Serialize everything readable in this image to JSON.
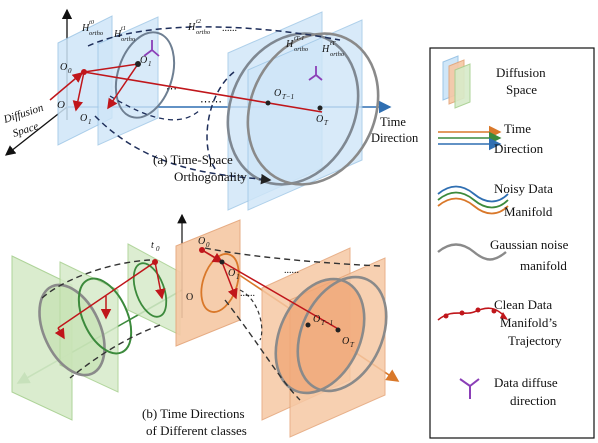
{
  "top_panel": {
    "caption_line1": "(a) Time-Space",
    "caption_line2": "Orthogonality",
    "axis_origin": "O",
    "diffusion_space_line1": "Diffusion",
    "diffusion_space_line2": "Space",
    "time_direction_line1": "Time",
    "time_direction_line2": "Direction",
    "h_letter": "H",
    "plane_sub": "ortho",
    "plane_sup": [
      "t0",
      "t1",
      "t2",
      "tT-1",
      "tT"
    ],
    "points": {
      "o0": "O",
      "o0_sub": "0",
      "o1": "O",
      "o1_sub": "1",
      "o1b": "O",
      "o1b_sub": "1",
      "oT1": "O",
      "oT1_sub": "T−1",
      "oT": "O",
      "oT_sub": "T"
    },
    "dots_1": "⋯",
    "dots_2": "⋯⋯",
    "dots_3": "......"
  },
  "bottom_panel": {
    "caption_line1": "(b) Time Directions",
    "caption_line2": "of  Different classes",
    "t0_label": "t",
    "t0_sub": "0",
    "origin": "O",
    "points": {
      "o0": "O",
      "o0_sub": "0",
      "o1": "O",
      "o1_sub": "1",
      "oT1": "O",
      "oT1_sub": "T−1",
      "oT": "O",
      "oT_sub": "T"
    },
    "dots": "......",
    "dots_2": "......"
  },
  "legend": {
    "items": [
      {
        "icon": "diffusion-space-icon",
        "line1": "Diffusion",
        "line2": "Space",
        "line3": ""
      },
      {
        "icon": "time-direction-icon",
        "line1": "Time",
        "line2": "Direction",
        "line3": ""
      },
      {
        "icon": "noisy-manifold-icon",
        "line1": "Noisy Data",
        "line2": "Manifold",
        "line3": ""
      },
      {
        "icon": "gaussian-manifold-icon",
        "line1": "Gaussian noise",
        "line2": "manifold",
        "line3": ""
      },
      {
        "icon": "clean-trajectory-icon",
        "line1": "Clean Data",
        "line2": "Manifold’s",
        "line3": "Trajectory"
      },
      {
        "icon": "diffuse-direction-icon",
        "line1": "Data diffuse",
        "line2": "direction",
        "line3": ""
      }
    ]
  },
  "colors": {
    "blue_plane": "#cfe6f8",
    "green_plane": "#d7ebc9",
    "orange_plane": "#f6c8a4",
    "trajectory": "#c0161b",
    "gaussian": "#8a8a8a",
    "diffuse": "#8b3fb7",
    "axis_blue": "#2f6fb2",
    "axis_orange": "#d9782a",
    "axis_green": "#3c8a3c"
  }
}
